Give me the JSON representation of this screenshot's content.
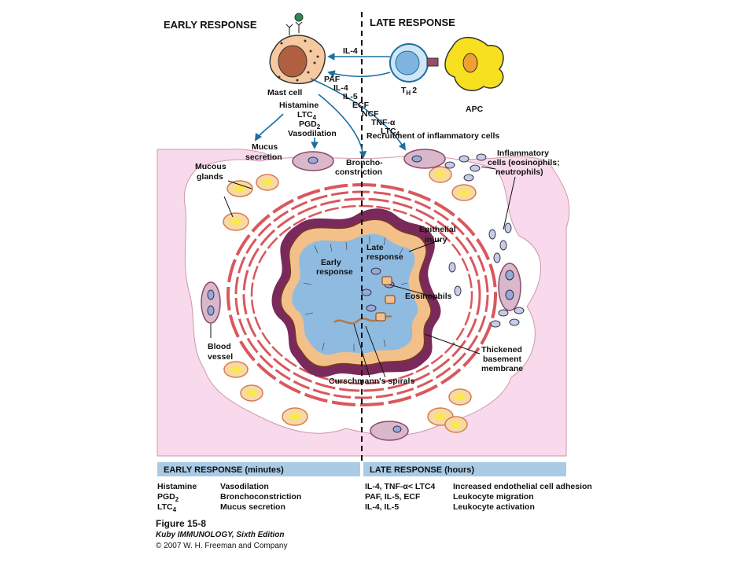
{
  "headers": {
    "early": "EARLY RESPONSE",
    "late": "LATE RESPONSE"
  },
  "cells": {
    "mast_cell": "Mast cell",
    "th2": "T",
    "th2_sub": "H",
    "th2_num": "2",
    "apc": "APC"
  },
  "mediators": {
    "il4_top": "IL-4",
    "late_list": [
      "PAF",
      "IL-4",
      "IL-5",
      "ECF",
      "NCF",
      "TNF-α",
      "LTC4"
    ],
    "early_list": [
      "Histamine",
      "LTC4",
      "PGD2",
      "Vasodilation"
    ],
    "recruitment": "Recruitment of inflammatory cells"
  },
  "labels": {
    "mucus_secretion": [
      "Mucus",
      "secretion"
    ],
    "bronchoconstriction": [
      "Broncho-",
      "constriction"
    ],
    "mucous_glands": [
      "Mucous",
      "glands"
    ],
    "inflammatory_cells": [
      "Inflammatory",
      "cells (eosinophils;",
      "neutrophils)"
    ],
    "epithelial_injury": [
      "Epithelial",
      "injury"
    ],
    "late_response": [
      "Late",
      "response"
    ],
    "early_response": [
      "Early",
      "response"
    ],
    "eosinophils": "Eosinophils",
    "thickened_membrane": [
      "Thickened",
      "basement",
      "membrane"
    ],
    "blood_vessel": [
      "Blood",
      "vessel"
    ],
    "curschmann": "Curschmann's spirals"
  },
  "table": {
    "early_title": "EARLY RESPONSE (minutes)",
    "late_title": "LATE RESPONSE (hours)",
    "early_rows": [
      {
        "mediator": "Histamine",
        "effect": "Vasodilation"
      },
      {
        "mediator": "PGD2",
        "effect": "Bronchoconstriction"
      },
      {
        "mediator": "LTC4",
        "effect": "Mucus secretion"
      }
    ],
    "late_rows": [
      {
        "mediator": "IL-4, TNF-α< LTC4",
        "effect": "Increased endothelial cell adhesion"
      },
      {
        "mediator": "PAF, IL-5, ECF",
        "effect": "Leukocyte migration"
      },
      {
        "mediator": "IL-4, IL-5",
        "effect": "Leukocyte activation"
      }
    ]
  },
  "caption": {
    "figure": "Figure 15-8",
    "book": "Kuby IMMUNOLOGY, Sixth Edition",
    "copyright": "© 2007 W. H. Freeman and Company"
  },
  "colors": {
    "tissue": "#f9d9ec",
    "muscle": "#d9585e",
    "lumen": "#8fbbe0",
    "basement": "#7a2a5a",
    "epithelium": "#f3c08a",
    "gland": "#f7d9a3",
    "gland_core": "#fbe94a",
    "cell": "#9aa8d8",
    "arrow": "#1e6f9e",
    "bar": "#a9cbe6"
  }
}
